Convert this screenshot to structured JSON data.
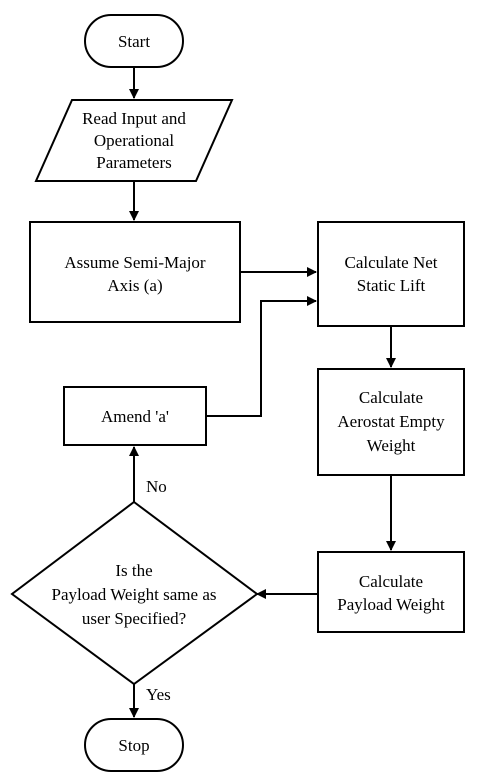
{
  "nodes": {
    "start": {
      "label": "Start"
    },
    "read_input": {
      "lines": [
        "Read Input and",
        "Operational",
        "Parameters"
      ]
    },
    "assume_axis": {
      "lines": [
        "Assume Semi-Major",
        "Axis (a)"
      ]
    },
    "net_lift": {
      "lines": [
        "Calculate Net",
        "Static Lift"
      ]
    },
    "empty_weight": {
      "lines": [
        "Calculate",
        "Aerostat Empty",
        "Weight"
      ]
    },
    "payload_weight": {
      "lines": [
        "Calculate",
        "Payload Weight"
      ]
    },
    "decision": {
      "lines": [
        "Is the",
        "Payload Weight same as",
        "user Specified?"
      ]
    },
    "amend": {
      "label": "Amend 'a'"
    },
    "stop": {
      "label": "Stop"
    }
  },
  "edges": {
    "no_label": "No",
    "yes_label": "Yes"
  }
}
